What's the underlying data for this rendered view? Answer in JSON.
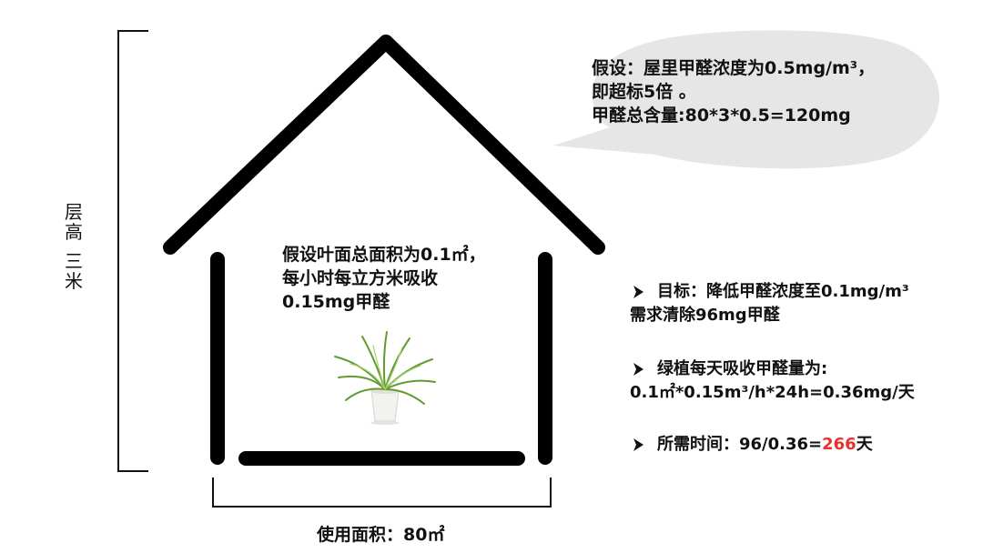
{
  "bubble": {
    "line1": "假设：屋里甲醛浓度为0.5mg/m³，",
    "line2": "即超标5倍 。",
    "line3": "甲醛总含量:80*3*0.5=120mg"
  },
  "leaf_note": {
    "line1": "假设叶面总面积为0.1㎡，",
    "line2": "每小时每立方米吸收",
    "line3": "0.15mg甲醛"
  },
  "height_label": {
    "chars": [
      "层",
      "高",
      "三",
      "米"
    ]
  },
  "area_label": "使用面积：80㎡",
  "bullets": [
    {
      "line1": "目标：降低甲醛浓度至0.1mg/m³",
      "line2": "需求清除96mg甲醛"
    },
    {
      "line1": "绿植每天吸收甲醛量为:",
      "line2": "0.1㎡*0.15m³/h*24h=0.36mg/天"
    },
    {
      "prefix": "所需时间：96/0.36=",
      "highlight": "266",
      "suffix": "天"
    }
  ],
  "colors": {
    "shape": "#000000",
    "bubble": "#e6e6e6",
    "highlight": "#e8322b",
    "plant_leaf": "#5f9b2e",
    "pot": "#f2f2ee"
  },
  "icons": {
    "plant": "potted-spider-plant-icon",
    "arrow": "arrow-bullet-icon"
  }
}
